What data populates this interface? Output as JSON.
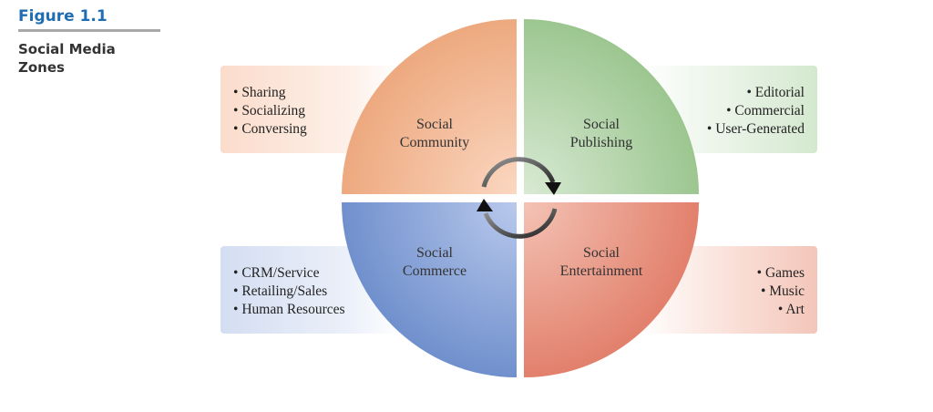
{
  "figure": {
    "label": "Figure 1.1",
    "title": "Social Media Zones"
  },
  "zones": {
    "community": {
      "name": [
        "Social",
        "Community"
      ],
      "items": [
        "Sharing",
        "Socializing",
        "Conversing"
      ],
      "color": "#f0b08a"
    },
    "publishing": {
      "name": [
        "Social",
        "Publishing"
      ],
      "items": [
        "Editorial",
        "Commercial",
        "User-Generated"
      ],
      "color": "#a7cd9c"
    },
    "commerce": {
      "name": [
        "Social",
        "Commerce"
      ],
      "items": [
        "CRM/Service",
        "Retailing/Sales",
        "Human Resources"
      ],
      "color": "#7c9ad2"
    },
    "entertainment": {
      "name": [
        "Social",
        "Entertainment"
      ],
      "items": [
        "Games",
        "Music",
        "Art"
      ],
      "color": "#e58a78"
    }
  }
}
